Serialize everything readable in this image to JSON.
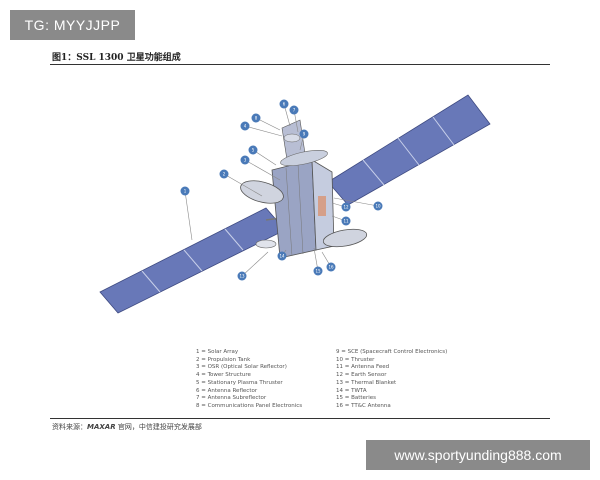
{
  "watermark_top": "TG: MYYJJPP",
  "watermark_bottom": "www.sportyunding888.com",
  "figure_title": "图1：SSL 1300 卫星功能组成",
  "legend_left": [
    "1 = Solar Array",
    "2 = Propulsion Tank",
    "3 = OSR (Optical Solar Reflector)",
    "4 = Tower Structure",
    "5 = Stationary Plasma Thruster",
    "6 = Antenna Reflector",
    "7 = Antenna Subreflector",
    "8 = Communications Panel Electronics"
  ],
  "legend_right": [
    "9 = SCE (Spacecraft Control Electronics)",
    "10 = Thruster",
    "11 = Antenna Feed",
    "12 = Earth Sensor",
    "13 = Thermal Blanket",
    "14 = TWTA",
    "15 = Batteries",
    "16 = TT&C Antenna"
  ],
  "source_prefix": "资料来源：",
  "source_brand": "MAXAR",
  "source_suffix": " 官网，中信建投研究发展部",
  "callout_numbers": [
    "1",
    "2",
    "3",
    "4",
    "5",
    "6",
    "7",
    "8",
    "9",
    "10",
    "11",
    "12",
    "13",
    "14",
    "15",
    "16"
  ],
  "colors": {
    "panel": "#6878b8",
    "panel_dark": "#3e4a80",
    "callout": "#4a7ab8",
    "body": "#9aa4c4"
  }
}
